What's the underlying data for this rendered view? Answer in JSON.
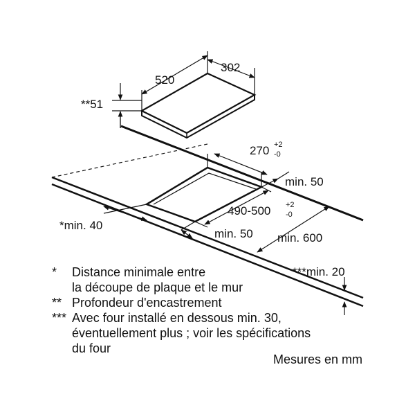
{
  "dimensions": {
    "hob_depth": "520",
    "hob_width": "302",
    "embed_depth": "**51",
    "cutout_width": "270",
    "cutout_width_tol_plus": "+2",
    "cutout_width_tol_minus": "-0",
    "min_back": "min. 50",
    "cutout_depth": "490-500",
    "cutout_depth_tol_plus": "+2",
    "cutout_depth_tol_minus": "-0",
    "min_wall": "*min. 40",
    "min_front": "min. 50",
    "min_counter": "min. 600",
    "min_oven": "***min. 20"
  },
  "legend": {
    "row1_mark": "*",
    "row1_line1": "Distance minimale entre",
    "row1_line2": "la découpe de plaque et le mur",
    "row2_mark": "**",
    "row2_text": "Profondeur d'encastrement",
    "row3_mark": "***",
    "row3_line1": "Avec four installé en dessous min. 30,",
    "row3_line2": "éventuellement plus ; voir les spécifications",
    "row3_line3": "du four",
    "units": "Mesures en mm"
  }
}
